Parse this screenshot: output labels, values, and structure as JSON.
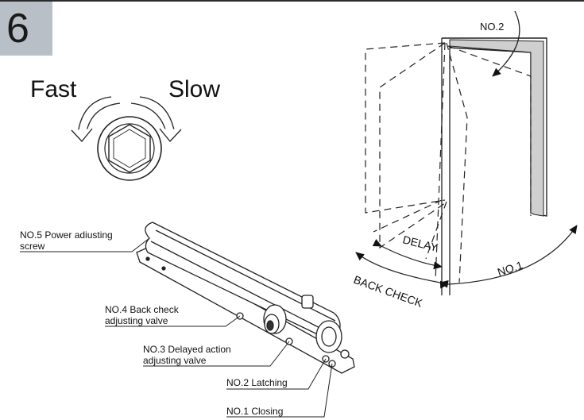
{
  "step_number": "6",
  "adjust_dial": {
    "fast_label": "Fast",
    "slow_label": "Slow"
  },
  "door_diagram": {
    "no2_label": "NO.2",
    "delay_label": "DELAY",
    "no1_label": "NO.1",
    "back_check_label": "BACK CHECK"
  },
  "closer_callouts": {
    "no5_line1": "NO.5 Power adiusting",
    "no5_line2": "screw",
    "no4_line1": "NO.4 Back check",
    "no4_line2": "adjusting valve",
    "no3_line1": "NO.3 Delayed action",
    "no3_line2": "adjusting valve",
    "no2_label": "NO.2 Latching",
    "no1_label": "NO.1 Closing"
  }
}
